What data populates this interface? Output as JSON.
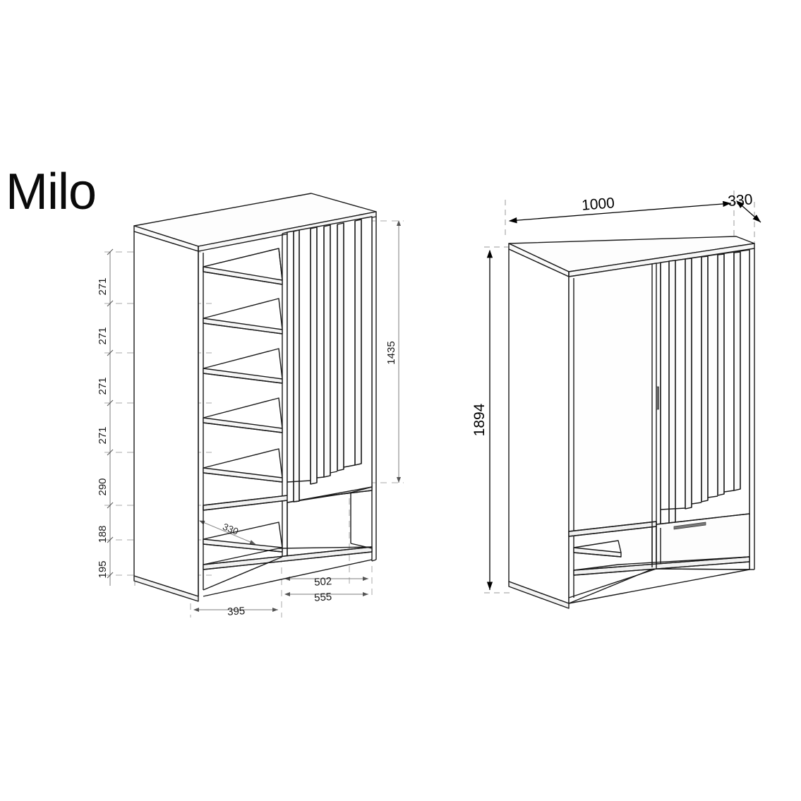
{
  "title": "Milo",
  "product": {
    "name": "Milo",
    "type": "wardrobe-cabinet-technical-drawing",
    "views": [
      "exploded-interior-view",
      "closed-front-view"
    ]
  },
  "views": {
    "left": {
      "name": "interior-view",
      "vertical_dimensions": [
        "271",
        "271",
        "271",
        "271",
        "290",
        "188",
        "195"
      ],
      "overall_vertical": "1435",
      "horizontal_dimensions": [
        "395",
        "555"
      ],
      "secondary_horizontal": "502",
      "inner_depth": "330"
    },
    "right": {
      "name": "closed-view",
      "width": "1000",
      "depth": "330",
      "height": "1894"
    }
  },
  "colors": {
    "line": "#1a1a1a",
    "dim_line": "#7a7a7a",
    "dashed": "#9a9a9a",
    "background": "#ffffff"
  }
}
